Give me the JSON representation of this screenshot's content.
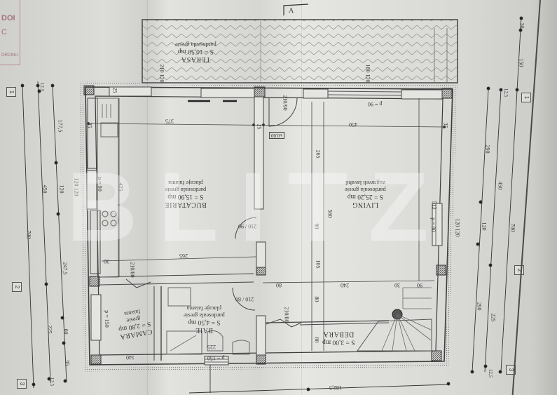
{
  "stamp": {
    "line1": "DOI",
    "line2": "C",
    "line3": "ORDINU"
  },
  "north_marker": "A",
  "elevation": "±0.00",
  "watermark": "BLITZ",
  "rooms": [
    {
      "id": "terasa",
      "name": "TERASA",
      "area": "S = 10,50 mp",
      "finish1": "pardoseala gresie",
      "finish2": ""
    },
    {
      "id": "bucatarie",
      "name": "BUCATARIE",
      "area": "S = 15,90 mp",
      "finish1": "pardoseala gresie",
      "finish2": "placaje faianta"
    },
    {
      "id": "living",
      "name": "LIVING",
      "area": "S = 25,20 mp",
      "finish1": "pardoseala gresie",
      "finish2": "zugraveli lavabil"
    },
    {
      "id": "baie",
      "name": "BAIE",
      "area": "S = 4,50 mp",
      "finish1": "pardoseala gresie",
      "finish2": "placaje faianta"
    },
    {
      "id": "camara",
      "name": "CAMARA",
      "area": "S = 2,80 mp",
      "finish1": "gresie",
      "finish2": "faianta"
    },
    {
      "id": "debara",
      "name": "DEBARA",
      "area": "S = 3,00 mp",
      "finish1": "",
      "finish2": ""
    }
  ],
  "axes": {
    "a1": "1",
    "a2": "2",
    "a3": "3"
  },
  "dimensions": {
    "left_outer": "700",
    "left_mid": [
      "12,5",
      "450",
      "225",
      "12,5"
    ],
    "left_inner": [
      "177,5",
      "120",
      "247,5",
      "60",
      "95"
    ],
    "right_outer": [
      "30",
      "150",
      "700"
    ],
    "right_mid": [
      "12,5",
      "450",
      "225",
      "12,5"
    ],
    "right_inner": [
      "290",
      "120",
      "290"
    ],
    "top_interior": [
      "375",
      "25",
      "450"
    ],
    "kitchen_wall": "265",
    "living_depth": [
      "265",
      "90",
      "105"
    ],
    "living_total": "560",
    "kitchen_window": "425",
    "right_window": "513",
    "lower_row": [
      "30",
      "80",
      "80",
      "240",
      "30",
      "90"
    ],
    "door_kitchen": {
      "h": "210",
      "w": "90"
    },
    "door_entry": {
      "h": "210",
      "w": "90"
    },
    "door_bath": {
      "h": "210",
      "w": "80"
    },
    "door_debara": {
      "h": "210",
      "w": "80"
    },
    "door_camara": {
      "h": "210",
      "w": "80"
    },
    "terrace_windows": [
      {
        "a": "210",
        "b": "120"
      },
      {
        "a": "180",
        "b": "120"
      }
    ],
    "window_left": {
      "a": "120",
      "b": "120"
    },
    "window_right": {
      "a": "120",
      "b": "120"
    },
    "sill_kitchen": "p = 90",
    "sill_living_top": "p = 90",
    "sill_living_right": "p = 90",
    "sill_camara": "p = 150",
    "sill_bath": "p = 150",
    "bath_width": "225",
    "camara_width": "140",
    "wall_25": "25",
    "wall_35": "35",
    "bottom_dim": "182,5",
    "v_60": "60",
    "v_80": "80"
  }
}
